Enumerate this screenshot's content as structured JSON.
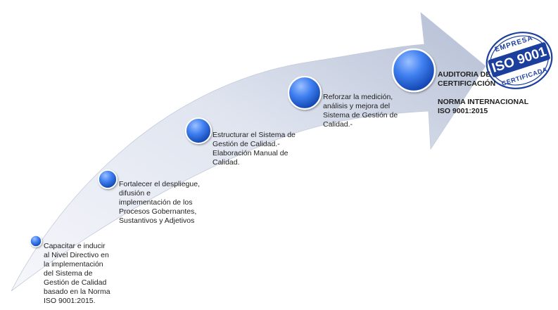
{
  "steps": [
    {
      "text": "Capacitar e inducir\nal Nivel Directivo en\nla implementación\ndel Sistema de\nGestión de Calidad\nbasado en la Norma\nISO 9001:2015."
    },
    {
      "text": "Fortalecer el despliegue,\ndifusión  e\nimplementación de los\nProcesos Gobernantes,\nSustantivos y Adjetivos"
    },
    {
      "text": "Estructurar el Sistema de\nGestión de Calidad.-\nElaboración Manual de\nCalidad."
    },
    {
      "text": "Reforzar la medición,\nanálisis y mejora del\nSistema de Gestión de\nCalidad.-"
    },
    {
      "text": "AUDITORIA DE\nCERTIFICACIÓN\n\n NORMA INTERNACIONAL\nISO 9001:2015"
    }
  ],
  "seal": {
    "top_text": "EMPRESA",
    "main_text": "ISO 9001",
    "bottom_text": "CERTIFICADA",
    "color": "#1c3f9e"
  },
  "colors": {
    "arrow_light": "#f3f5fa",
    "arrow_dark": "#b4bed4",
    "node_light": "#8fb6ff",
    "node_dark": "#0d3ea8"
  }
}
